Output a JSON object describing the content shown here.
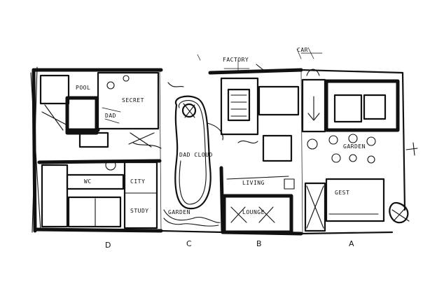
{
  "labels": {
    "factory": "FACTORY",
    "car": "CAR",
    "secret": "SECRET",
    "pool": "POOL",
    "dad": "DAD",
    "dad_cloud": "DAD CLOUD",
    "garden_main": "GARDEN",
    "garden_right": "GARDEN",
    "living": "LIVING",
    "lounge": "LOUNGE",
    "gest": "GEST",
    "city": "CITY",
    "study": "STUDY",
    "wc": "WC"
  },
  "zones": [
    "D",
    "C",
    "B",
    "A"
  ],
  "colors": {
    "ink": "#111111",
    "paper": "#ffffff"
  }
}
